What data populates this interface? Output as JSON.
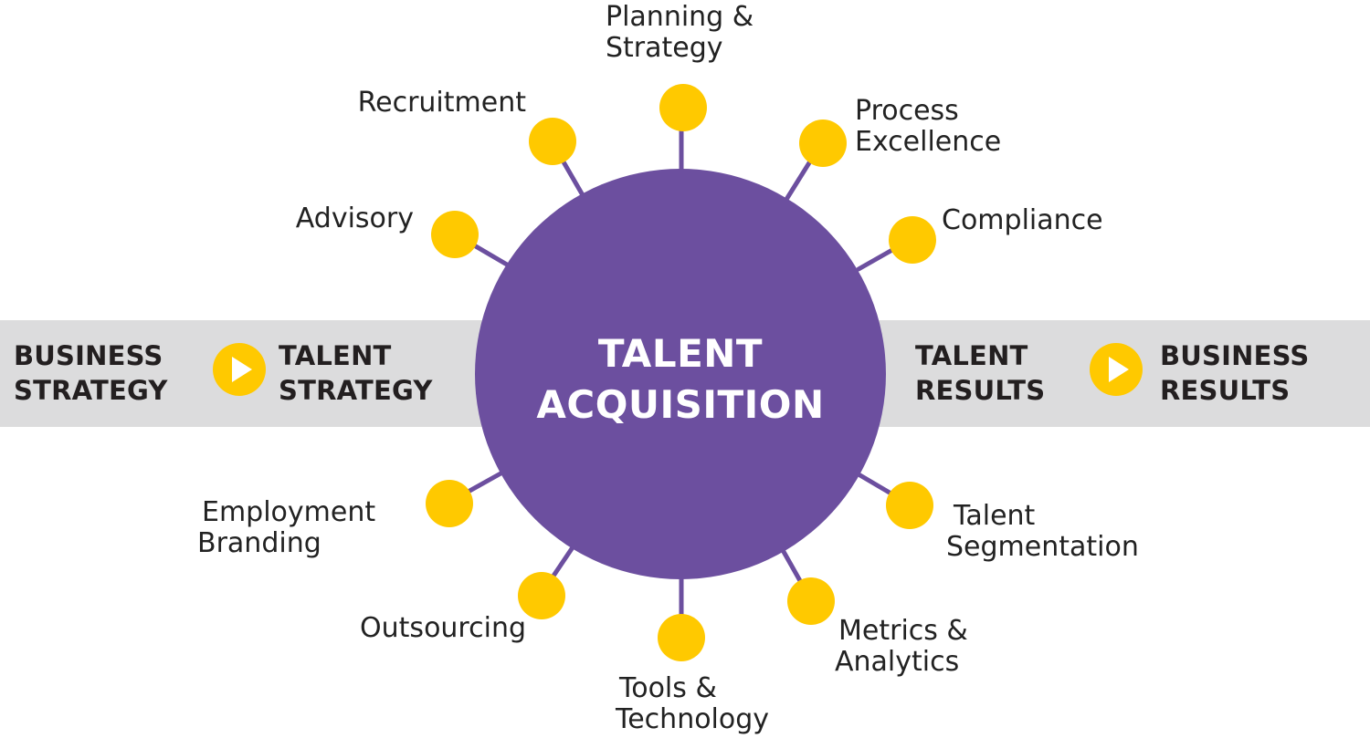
{
  "diagram": {
    "center": {
      "line1": "TALENT",
      "line2": "ACQUISITION"
    },
    "flow_left": {
      "item1": {
        "line1": "BUSINESS",
        "line2": "STRATEGY"
      },
      "item2": {
        "line1": "TALENT",
        "line2": "STRATEGY"
      }
    },
    "flow_right": {
      "item1": {
        "line1": "TALENT",
        "line2": "RESULTS"
      },
      "item2": {
        "line1": "BUSINESS",
        "line2": "RESULTS"
      }
    },
    "nodes": {
      "planning": {
        "line1": "Planning &",
        "line2": "Strategy"
      },
      "process": {
        "line1": "Process",
        "line2": "Excellence"
      },
      "compliance": {
        "line1": "Compliance"
      },
      "recruitment": {
        "line1": "Recruitment"
      },
      "advisory": {
        "line1": "Advisory"
      },
      "employment_branding": {
        "line1": "Employment",
        "line2": "Branding"
      },
      "outsourcing": {
        "line1": "Outsourcing"
      },
      "tools": {
        "line1": "Tools &",
        "line2": "Technology"
      },
      "metrics": {
        "line1": "Metrics &",
        "line2": "Analytics"
      },
      "talent_segmentation": {
        "line1": "Talent",
        "line2": "Segmentation"
      }
    },
    "colors": {
      "hub": "#6c4f9f",
      "node": "#ffc900",
      "band": "#dcdcdd",
      "text": "#231f20"
    }
  }
}
